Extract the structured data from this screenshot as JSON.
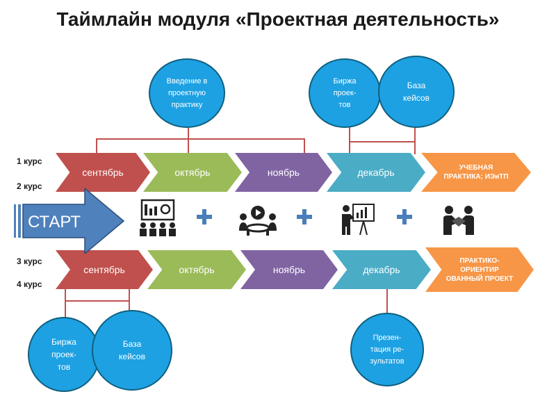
{
  "title": "Таймлайн модуля «Проектная деятельность»",
  "labels": {
    "course1": "1 курс",
    "course2": "2 курс",
    "course3": "3 курс",
    "course4": "4 курс"
  },
  "start": "СТАРТ",
  "top_row": [
    "сентябрь",
    "октябрь",
    "ноябрь",
    "декабрь",
    "УЧЕБНАЯ ПРАКТИКА; ИЭиТП"
  ],
  "bottom_row": [
    "сентябрь",
    "октябрь",
    "ноябрь",
    "декабрь",
    "ПРАКТИКО-ОРИЕНТИР ОВАННЫЙ ПРОЕКТ"
  ],
  "circles": {
    "intro": "Введение в\nпроектную\nпрактику",
    "birzha_top": "Биржа\nпроек-\nтов",
    "baza_top": "База\nкейсов",
    "birzha_bottom": "Биржа\nпроек-\nтов",
    "baza_bottom": "База\nкейсов",
    "presentation": "Презен-\nтация ре-\nзультатов"
  },
  "colors": {
    "red": "#c0504d",
    "green": "#9bbb59",
    "purple": "#8064a2",
    "teal": "#4bacc6",
    "orange": "#f79646",
    "circle": "#1da1e2",
    "start": "#4f81bd"
  },
  "icons": [
    "meeting-presentation-icon",
    "plus-icon",
    "team-video-icon",
    "plus-icon",
    "presenter-board-icon",
    "plus-icon",
    "handshake-icon"
  ]
}
